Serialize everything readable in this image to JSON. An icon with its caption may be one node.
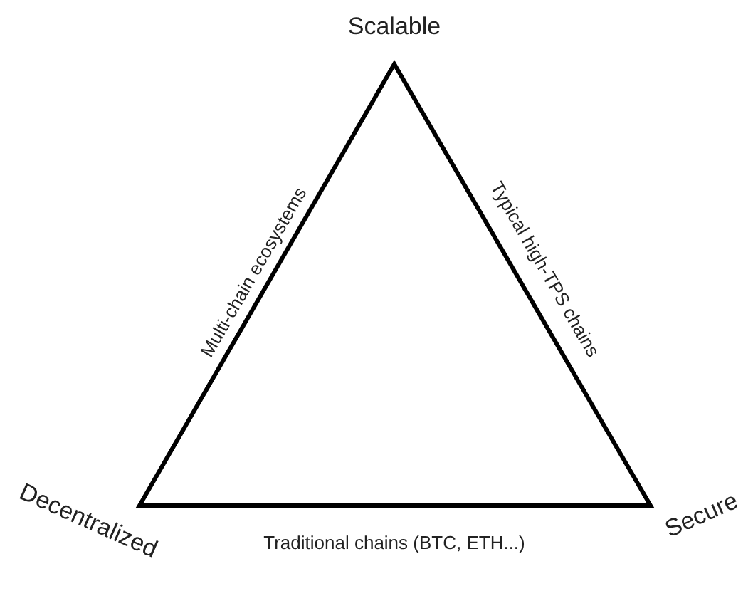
{
  "diagram": {
    "labels": [
      "Scalable",
      "Multi-chain ecosystems",
      "Typical high-TPS chains",
      "Decentralized",
      "Traditional chains (BTC, ETH...)",
      "Secure"
    ]
  }
}
